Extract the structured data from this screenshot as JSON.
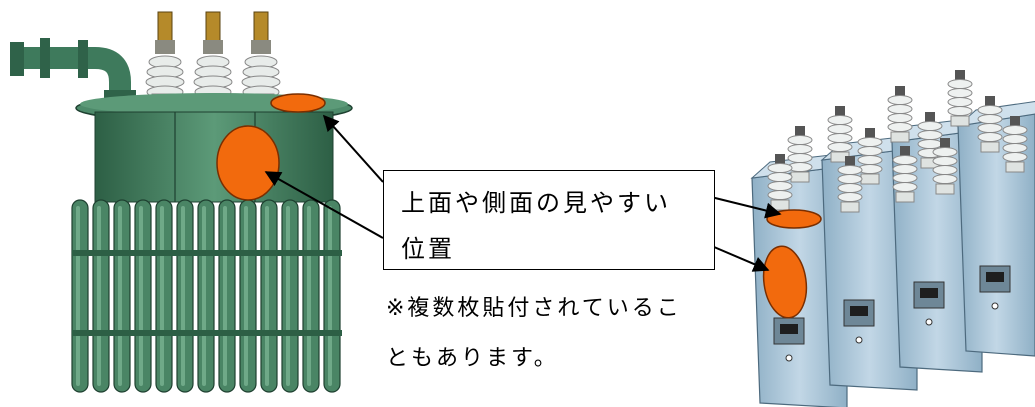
{
  "callout": {
    "line1": "上面や側面の見やすい",
    "line2": "位置"
  },
  "note": {
    "line1": "※複数枚貼付されているこ",
    "line2": "ともあります。"
  },
  "colors": {
    "label_marker": "#F26A0D",
    "transformer_body": "#3E7A5C",
    "capacitor_body": "#A9C4D6",
    "bushing": "#E8ECEA"
  },
  "icons": [
    "transformer-illustration",
    "capacitor-bank-illustration",
    "label-position-marker"
  ]
}
